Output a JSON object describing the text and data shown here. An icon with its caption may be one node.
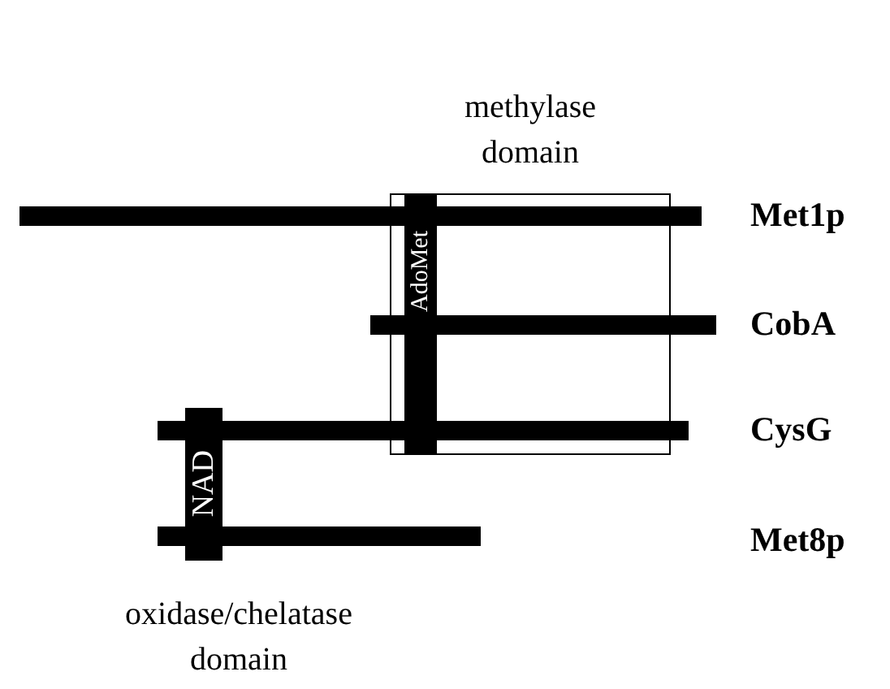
{
  "diagram": {
    "nodes": [
      {
        "text": [
          "methylase domain"
        ]
      },
      {
        "text": [
          "AdoMet"
        ],
        "in": 0
      },
      {
        "text": [],
        "shape": "bar",
        "beside": [
          "Met1p"
        ]
      },
      {
        "text": [],
        "shape": "bar",
        "beside": [
          "CobA"
        ]
      },
      {
        "text": [],
        "shape": "bar",
        "beside": [
          "CysG"
        ]
      },
      {
        "text": [
          "NAD"
        ]
      },
      {
        "text": [],
        "shape": "bar"
      }
    ],
    "labels": [
      "Met8p",
      "oxidase/chelatase domain"
    ]
  }
}
